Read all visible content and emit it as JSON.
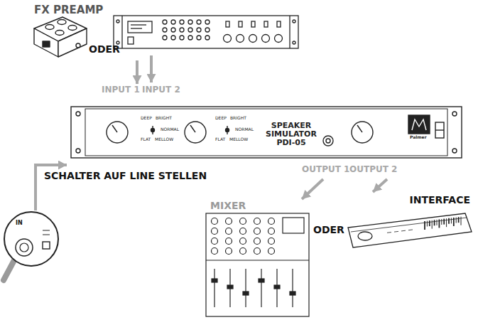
{
  "diagram": {
    "nodes": [
      {
        "text": [
          "FX PREAMP"
        ]
      },
      {
        "text": [
          "SPEAKER SIMULATOR PDI-05"
        ]
      },
      {
        "text": [
          "MIXER"
        ]
      },
      {
        "text": [
          "INTERFACE"
        ]
      }
    ],
    "edges": [
      {
        "from": 0,
        "to": 1,
        "arrow": "to"
      },
      {
        "from": 1,
        "to": 2,
        "arrow": "to"
      },
      {
        "from": 1,
        "to": 3,
        "arrow": "to"
      }
    ],
    "labels": [
      "ODER",
      "INPUT 1",
      "INPUT 2",
      "SCHALTER AUF LINE STELLEN",
      "IN",
      "OUTPUT 1",
      "OUTPUT 2",
      "ODER",
      "Palmer",
      "DEEP",
      "BRIGHT",
      "NORMAL",
      "FLAT",
      "MELLOW",
      "DEEP",
      "BRIGHT",
      "NORMAL",
      "FLAT",
      "MELLOW"
    ]
  }
}
